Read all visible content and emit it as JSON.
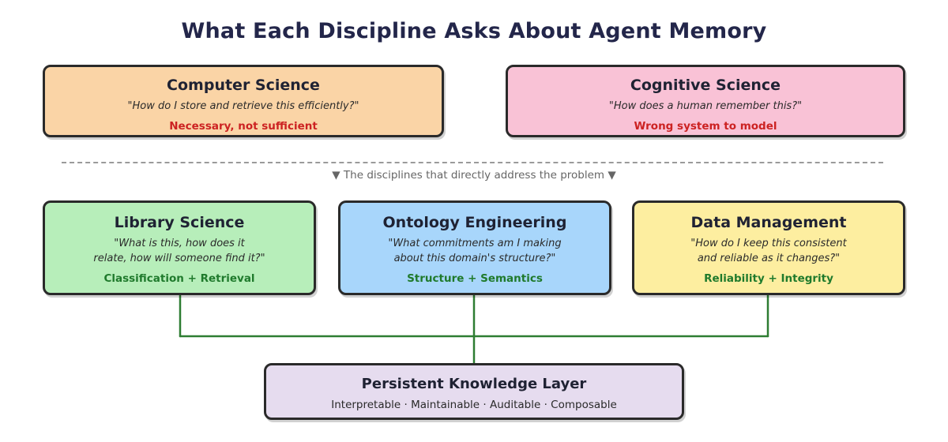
{
  "title": "What Each Discipline Asks About Agent Memory",
  "colors": {
    "computer_science_fill": "#fad4a6",
    "cognitive_science_fill": "#f9c2d6",
    "library_science_fill": "#b7eeba",
    "ontology_engineering_fill": "#a8d6fb",
    "data_management_fill": "#fdeea0",
    "persistent_layer_fill": "#e6dcef",
    "verdict_red": "#cc2222",
    "verdict_green": "#1f7a2c",
    "connector_green": "#2e7d32"
  },
  "top_row": [
    {
      "name": "Computer Science",
      "question": "\"How do I store and retrieve this efficiently?\"",
      "verdict": "Necessary, not sufficient"
    },
    {
      "name": "Cognitive Science",
      "question": "\"How does a human remember this?\"",
      "verdict": "Wrong system to model"
    }
  ],
  "divider_label": "▼ The disciplines that directly address the problem ▼",
  "middle_row": [
    {
      "name": "Library Science",
      "question_line1": "\"What is this, how does it",
      "question_line2": "relate, how will someone find it?\"",
      "verdict": "Classification + Retrieval"
    },
    {
      "name": "Ontology Engineering",
      "question_line1": "\"What commitments am I making",
      "question_line2": "about this domain's structure?\"",
      "verdict": "Structure + Semantics"
    },
    {
      "name": "Data Management",
      "question_line1": "\"How do I keep this consistent",
      "question_line2": "and reliable as it changes?\"",
      "verdict": "Reliability + Integrity"
    }
  ],
  "bottom": {
    "name": "Persistent Knowledge Layer",
    "subtitle": "Interpretable · Maintainable · Auditable · Composable"
  }
}
